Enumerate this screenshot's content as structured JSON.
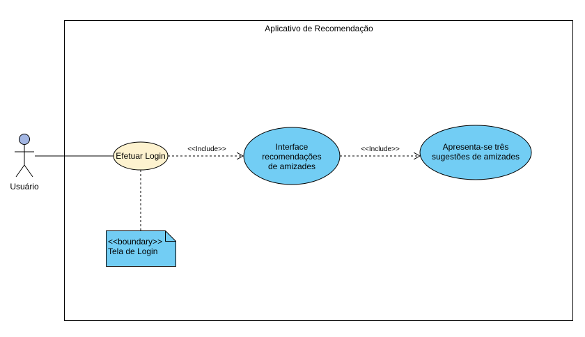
{
  "system": {
    "title": "Aplicativo de Recomendação"
  },
  "actor": {
    "name": "Usuário"
  },
  "use_cases": [
    {
      "lines": [
        "Efetuar Login"
      ]
    },
    {
      "lines": [
        "Interface",
        "recomendações",
        "de amizades"
      ]
    },
    {
      "lines": [
        "Apresenta-se três",
        "sugestões de amizades"
      ]
    }
  ],
  "relations": [
    {
      "label": "<<Include>>"
    },
    {
      "label": "<<Include>>"
    }
  ],
  "note": {
    "stereotype": "<<boundary>>",
    "text": "Tela de Login"
  },
  "colors": {
    "login_fill": "#fdf2cf",
    "usecase_fill": "#72cdf4",
    "actor_head_fill": "#a3b6e3",
    "note_fill": "#72cdf4",
    "stroke": "#000000"
  }
}
